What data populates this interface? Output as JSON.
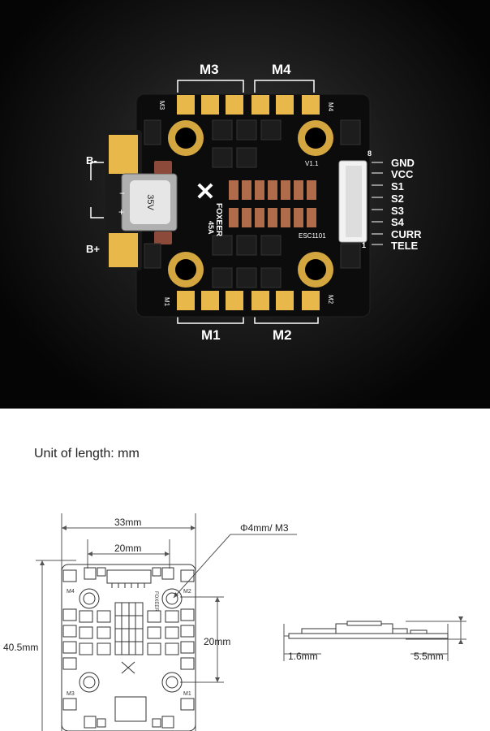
{
  "photo": {
    "motor_labels": {
      "m3": "M3",
      "m4": "M4",
      "m1": "M1",
      "m2": "M2"
    },
    "battery_labels": {
      "negative": "B-",
      "positive": "B+"
    },
    "pin_labels": [
      "GND",
      "VCC",
      "S1",
      "S2",
      "S3",
      "S4",
      "CURR",
      "TELE"
    ],
    "pin_numbers": {
      "top": "8",
      "bottom": "1"
    },
    "board_silk": {
      "brand": "FOXEER",
      "rating": "45A",
      "model": "ESC1101",
      "version": "V1.1",
      "cap_text": "35V",
      "cap_minus": "−",
      "cap_plus": "+",
      "corner_m3": "M3",
      "corner_m4": "M4",
      "corner_m1": "M1",
      "corner_m2": "M2"
    }
  },
  "drawing": {
    "unit_text": "Unit of length: mm",
    "dim_33": "33mm",
    "dim_20_top": "20mm",
    "dim_hole": "Φ4mm/ M3",
    "dim_40_5": "40.5mm",
    "dim_20_right": "20mm",
    "dim_1_6": "1.6mm",
    "dim_5_5": "5.5mm",
    "silk_m4": "M4",
    "silk_m2": "M2",
    "silk_m3": "M3",
    "silk_m1": "M1",
    "silk_brand": "FOXEER"
  }
}
